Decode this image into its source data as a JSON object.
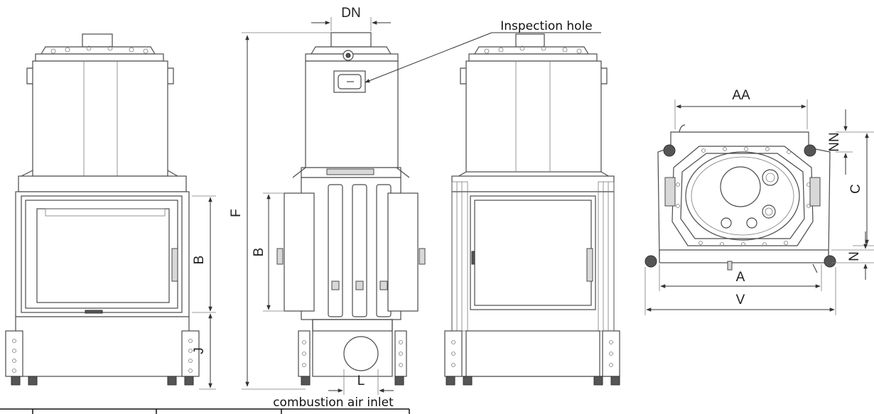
{
  "labels": {
    "dn": "DN",
    "inspection_hole": "Inspection hole",
    "f": "F",
    "b_left": "B",
    "b_mid": "B",
    "j": "J",
    "l": "L",
    "combustion_air_inlet": "combustion air inlet",
    "aa": "AA",
    "nn": "NN",
    "c": "C",
    "n": "N",
    "a": "A",
    "v": "V"
  }
}
